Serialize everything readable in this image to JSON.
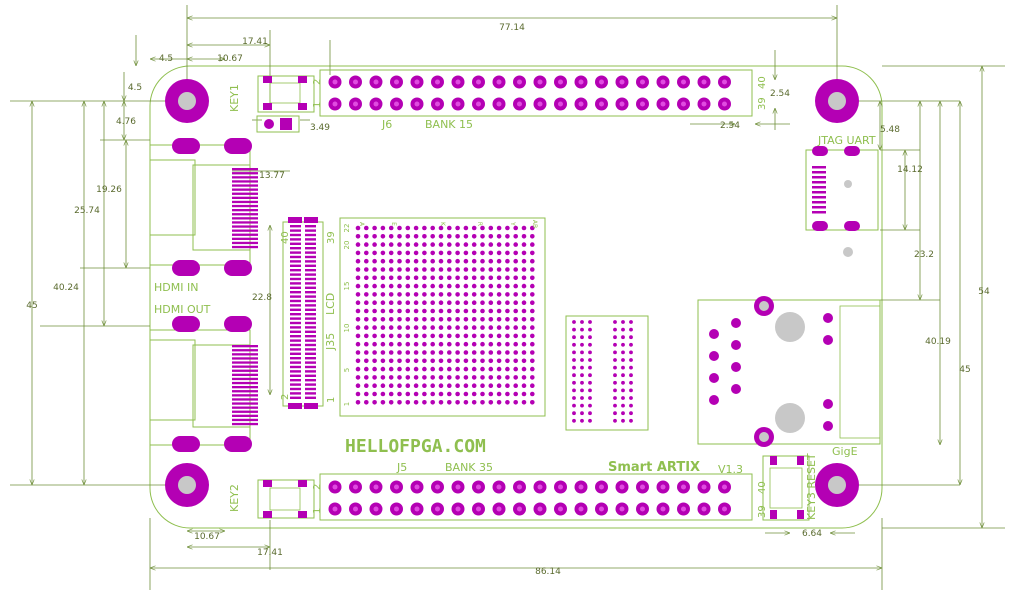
{
  "colors": {
    "outline": "#8fbf4f",
    "dimension": "#6f8f3a",
    "pad": "#b400b4",
    "pad_light": "#e04be0",
    "hole": "#c8c8c8",
    "text": "#8fbf4f",
    "dim_text": "#5a6a2e"
  },
  "dimensions": {
    "top_width": "77.14",
    "top_key_left": "17.41",
    "top_hole_offset": "10.67",
    "top_corner_x": "4.5",
    "left_corner_y": "4.5",
    "left_hdmi_offset": "4.76",
    "left_hdmi_in_top": "19.26",
    "left_hdmi_in_bottom": "25.74",
    "left_hdmi_out": "40.24",
    "left_height": "45",
    "header_spacing_vertical": "2.54",
    "header_spacing_horizontal": "2.54",
    "j6_pad_offset": "3.49",
    "hdmi_connector_top": "13.77",
    "lcd_height": "22.8",
    "jtag_offset": "5.48",
    "usb_height": "14.12",
    "gige_top": "23.2",
    "gige_height": "40.19",
    "right_hole_span": "45",
    "right_height": "54",
    "bottom_hole_offset": "10.67",
    "bottom_key_left": "17.41",
    "bottom_right_offset": "6.64",
    "bottom_width": "86.14"
  },
  "labels": {
    "key1": "KEY1",
    "key2": "KEY2",
    "key3": "KEY3 RESET",
    "j6": "J6",
    "bank15": "BANK 15",
    "j5": "J5",
    "bank35": "BANK 35",
    "jtag": "JTAG UART",
    "hdmi_in": "HDMI IN",
    "hdmi_out": "HDMI OUT",
    "lcd": "LCD",
    "j35": "J35",
    "site": "HELLOFPGA.COM",
    "board_name": "Smart ARTIX",
    "version": "V1.3",
    "gige": "GigE",
    "pin_2": "2",
    "pin_1": "1",
    "pin_40": "40",
    "pin_39": "39"
  },
  "bga_labels": {
    "rows": [
      "22",
      "20",
      "15",
      "10",
      "5",
      "1"
    ],
    "cols": [
      "A",
      "E",
      "K",
      "R",
      "Y",
      "AB"
    ]
  }
}
